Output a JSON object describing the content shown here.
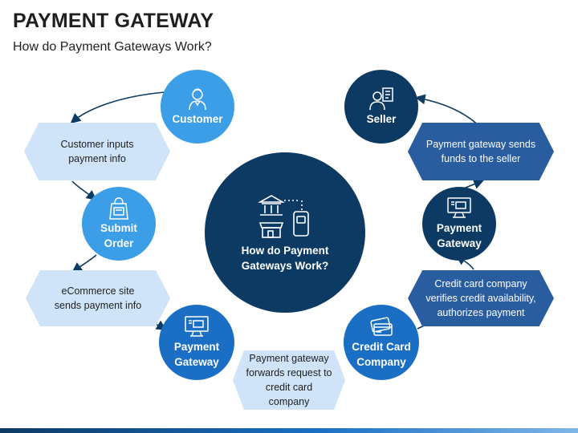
{
  "title": "PAYMENT GATEWAY",
  "subtitle": "How do Payment Gateways Work?",
  "center": {
    "label": "How do Payment\nGateways Work?",
    "icon": "bank-store-mobile-icon"
  },
  "nodes": {
    "customer": {
      "label": "Customer",
      "icon": "user-icon"
    },
    "submit_order": {
      "label": "Submit\nOrder",
      "icon": "shopping-bag-icon"
    },
    "payment_gateway_left": {
      "label": "Payment\nGateway",
      "icon": "monitor-card-icon"
    },
    "credit_card_company": {
      "label": "Credit Card\nCompany",
      "icon": "credit-cards-icon"
    },
    "payment_gateway_right": {
      "label": "Payment\nGateway",
      "icon": "monitor-card-icon"
    },
    "seller": {
      "label": "Seller",
      "icon": "seller-receipt-icon"
    }
  },
  "steps": {
    "customer_inputs": "Customer inputs\npayment info",
    "ecommerce_sends": "eCommerce site\nsends payment info",
    "gateway_forwards": "Payment gateway\nforwards request to\ncredit card company",
    "card_verifies": "Credit card company\nverifies credit availability,\nauthorizes payment",
    "gateway_sends": "Payment gateway sends\nfunds to the seller"
  },
  "colors": {
    "light_circle": "#3b9ee6",
    "mid_circle": "#1a6fc4",
    "dark_circle": "#0d3a63",
    "light_hex": "#cfe4f8",
    "dark_hex": "#2a5da0",
    "arrow": "#0d3a63"
  }
}
